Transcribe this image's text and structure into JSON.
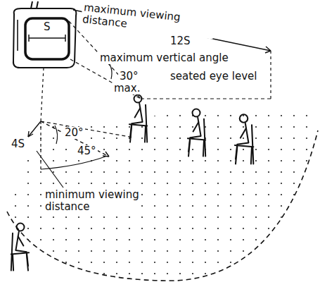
{
  "diagram": {
    "labels": [
      "maximum viewing distance",
      "12S",
      "S",
      "maximum vertical angle",
      "30°",
      "max.",
      "seated eye level",
      "20°",
      "45°",
      "4S",
      "minimum viewing distance"
    ]
  }
}
